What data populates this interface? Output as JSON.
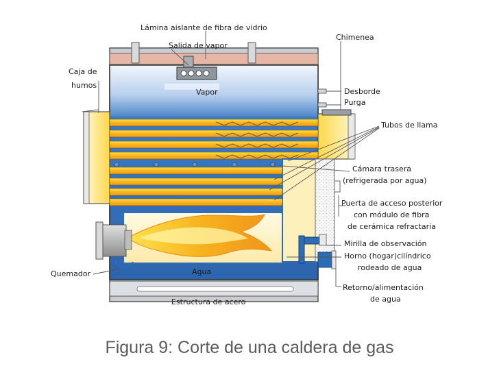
{
  "caption": "Figura 9: Corte de una caldera de gas",
  "labels": {
    "insulation": "Lámina aislante de fibra de vidrio",
    "steam_outlet": "Salida de vapor",
    "chimney": "Chimenea",
    "smoke_box_1": "Caja de",
    "smoke_box_2": "humos",
    "steam": "Vapor",
    "overflow": "Desborde",
    "purge": "Purga",
    "fire_tubes": "Tubos de llama",
    "rear_chamber_1": "Cámara trasera",
    "rear_chamber_2": "(refrigerada por agua)",
    "rear_door_1": "Puerta de acceso posterior",
    "rear_door_2": "con módulo de fibra",
    "rear_door_3": "de cerámica refractaria",
    "sight_glass": "Mirilla de observación",
    "furnace_1": "Horno (hogar)cilíndrico",
    "furnace_2": "rodeado de agua",
    "burner": "Quemador",
    "water": "Agua",
    "return_1": "Retorno/alimentación",
    "return_2": "de agua",
    "steel": "Estructura de acero"
  },
  "colors": {
    "shell_blue": "#2c6db5",
    "steam_light": "#e6eefa",
    "flame_yellow": "#ffd21a",
    "flame_orange": "#f39a12",
    "insulation": "#e6b7a6",
    "casing": "#c9ccd0"
  }
}
